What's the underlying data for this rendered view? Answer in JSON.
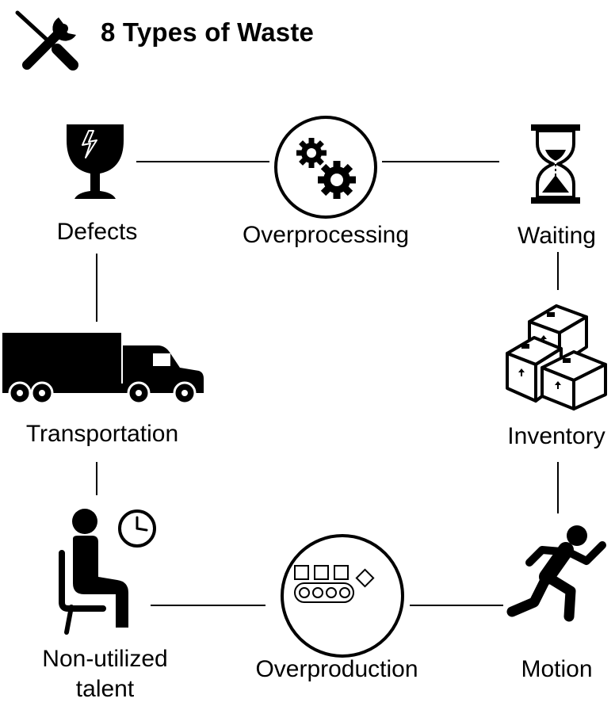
{
  "header": {
    "title": "8 Types of Waste",
    "icon": "tools-icon"
  },
  "items": {
    "defects": {
      "label": "Defects",
      "icon": "broken-glass-icon"
    },
    "overprocessing": {
      "label": "Overprocessing",
      "icon": "gears-icon"
    },
    "waiting": {
      "label": "Waiting",
      "icon": "hourglass-icon"
    },
    "inventory": {
      "label": "Inventory",
      "icon": "boxes-icon"
    },
    "motion": {
      "label": "Motion",
      "icon": "running-person-icon"
    },
    "overproduction": {
      "label": "Overproduction",
      "icon": "conveyor-belt-icon"
    },
    "non_utilized_talent": {
      "label_line1": "Non-utilized",
      "label_line2": "talent",
      "icon": "seated-person-clock-icon"
    },
    "transportation": {
      "label": "Transportation",
      "icon": "truck-icon"
    }
  },
  "colors": {
    "ink": "#000000",
    "background": "#ffffff"
  }
}
